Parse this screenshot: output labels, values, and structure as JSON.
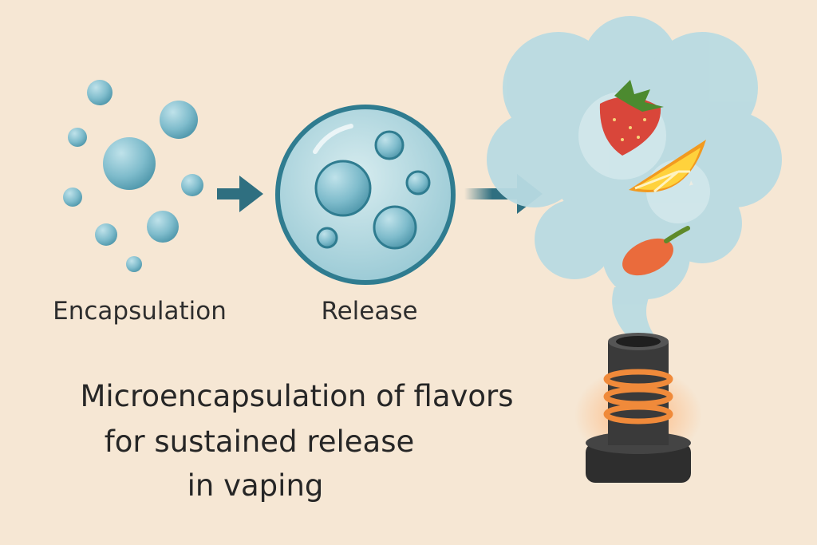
{
  "labels": {
    "encapsulation": "Encapsulation",
    "release": "Release"
  },
  "title": {
    "line1": "Microencapsulation of flavors",
    "line2": "for sustained release",
    "line3": "in vaping"
  },
  "colors": {
    "background": "#f6e7d4",
    "bubble": "#7fbccc",
    "arrow": "#2f6f80",
    "coil": "#f08a3a"
  }
}
